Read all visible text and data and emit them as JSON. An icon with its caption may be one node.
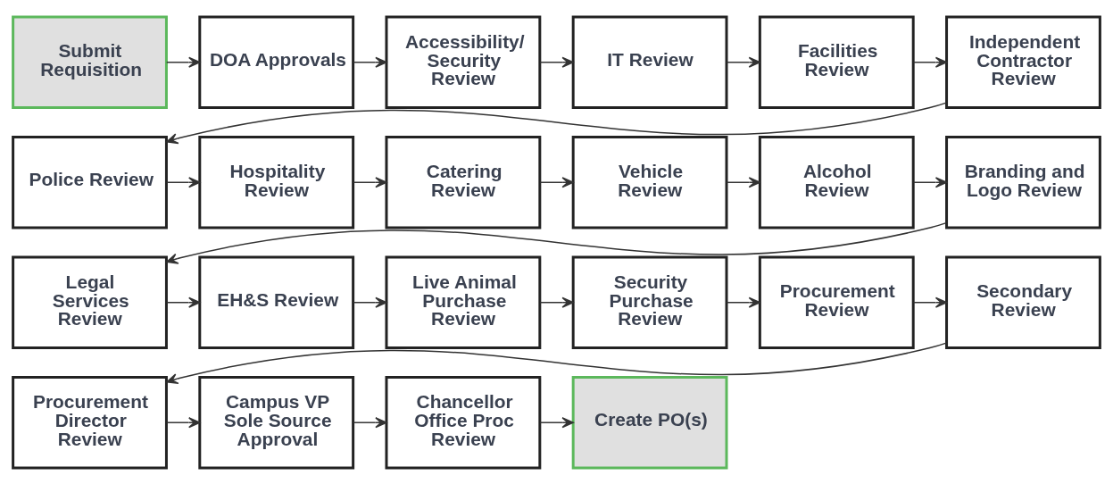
{
  "diagram": {
    "nodes": [
      {
        "text": [
          "Submit Requisition"
        ]
      },
      {
        "text": [
          "DOA Approvals"
        ]
      },
      {
        "text": [
          "Accessibility/ Security Review"
        ]
      },
      {
        "text": [
          "IT Review"
        ]
      },
      {
        "text": [
          "Facilities Review"
        ]
      },
      {
        "text": [
          "Independent Contractor Review"
        ]
      },
      {
        "text": [
          "Police Review"
        ]
      },
      {
        "text": [
          "Hospitality Review"
        ]
      },
      {
        "text": [
          "Catering Review"
        ]
      },
      {
        "text": [
          "Vehicle Review"
        ]
      },
      {
        "text": [
          "Alcohol Review"
        ]
      },
      {
        "text": [
          "Branding and Logo Review"
        ]
      },
      {
        "text": [
          "Legal Services Review"
        ]
      },
      {
        "text": [
          "EH&S Review"
        ]
      },
      {
        "text": [
          "Live Animal Purchase Review"
        ]
      },
      {
        "text": [
          "Security Purchase Review"
        ]
      },
      {
        "text": [
          "Procurement Review"
        ]
      },
      {
        "text": [
          "Secondary Review"
        ]
      },
      {
        "text": [
          "Procurement Director Review"
        ]
      },
      {
        "text": [
          "Campus VP Sole Source Approval"
        ]
      },
      {
        "text": [
          "Chancellor Office Proc Review"
        ]
      },
      {
        "text": [
          "Create PO(s)"
        ]
      }
    ],
    "edges": [
      {
        "from": 0,
        "to": 1,
        "arrow": "to"
      },
      {
        "from": 1,
        "to": 2,
        "arrow": "to"
      },
      {
        "from": 2,
        "to": 3,
        "arrow": "to"
      },
      {
        "from": 3,
        "to": 4,
        "arrow": "to"
      },
      {
        "from": 4,
        "to": 5,
        "arrow": "to"
      },
      {
        "from": 5,
        "to": 6,
        "arrow": "to"
      },
      {
        "from": 6,
        "to": 7,
        "arrow": "to"
      },
      {
        "from": 7,
        "to": 8,
        "arrow": "to"
      },
      {
        "from": 8,
        "to": 9,
        "arrow": "to"
      },
      {
        "from": 9,
        "to": 10,
        "arrow": "to"
      },
      {
        "from": 10,
        "to": 11,
        "arrow": "to"
      },
      {
        "from": 11,
        "to": 12,
        "arrow": "to"
      },
      {
        "from": 12,
        "to": 13,
        "arrow": "to"
      },
      {
        "from": 13,
        "to": 14,
        "arrow": "to"
      },
      {
        "from": 14,
        "to": 15,
        "arrow": "to"
      },
      {
        "from": 15,
        "to": 16,
        "arrow": "to"
      },
      {
        "from": 16,
        "to": 17,
        "arrow": "to"
      },
      {
        "from": 17,
        "to": 18,
        "arrow": "to"
      },
      {
        "from": 18,
        "to": 19,
        "arrow": "to"
      },
      {
        "from": 19,
        "to": 20,
        "arrow": "to"
      },
      {
        "from": 20,
        "to": 21,
        "arrow": "to"
      }
    ]
  }
}
